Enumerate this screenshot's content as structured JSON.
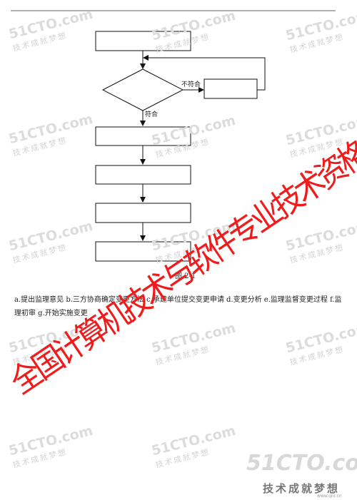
{
  "document": {
    "figure_caption": "图 2-1",
    "flowchart_labels": {
      "no_label": "不符合",
      "yes_label": "符合"
    },
    "paragraph": "a.提出监理意见 b.三方协商确定变更方法 c.承建单位提交变更申请 d.变更分析 e.监理监督变更过程 f.监理初审 g.开始实施变更"
  },
  "watermark": {
    "brand": "51CTO.com",
    "slogan": "技术成就梦想",
    "site": "www.qnr.cn",
    "stamp_text": "全国计算机技术与软件专业技术资格考试办公室",
    "stamp_color": "#ee1c1c",
    "brand_color": "#dcdcdc"
  }
}
